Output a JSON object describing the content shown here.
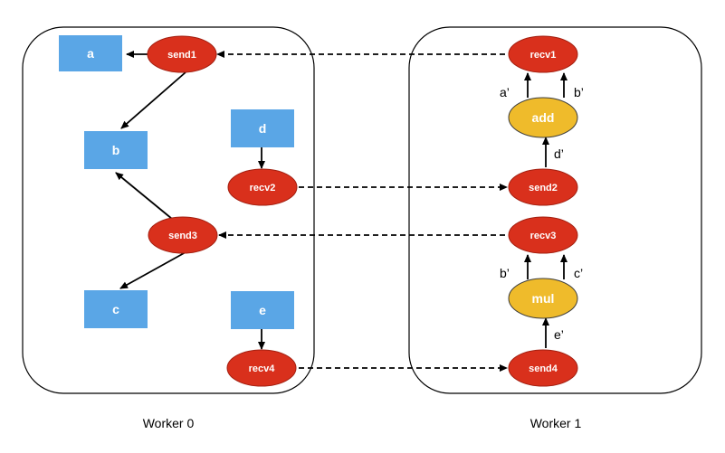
{
  "workers": [
    {
      "id": "worker0",
      "label": "Worker 0"
    },
    {
      "id": "worker1",
      "label": "Worker 1"
    }
  ],
  "nodes": {
    "a": "a",
    "b": "b",
    "c": "c",
    "d": "d",
    "e": "e",
    "send1": "send1",
    "recv2": "recv2",
    "send3": "send3",
    "recv4": "recv4",
    "recv1": "recv1",
    "add": "add",
    "send2": "send2",
    "recv3": "recv3",
    "mul": "mul",
    "send4": "send4"
  },
  "edge_labels": {
    "a_prime": "a’",
    "b_prime_top": "b’",
    "d_prime": "d’",
    "b_prime_bottom": "b’",
    "c_prime": "c’",
    "e_prime": "e’"
  },
  "colors": {
    "data_node": "#5aa6e6",
    "comm_node": "#d9301c",
    "op_node": "#efbb2b"
  }
}
